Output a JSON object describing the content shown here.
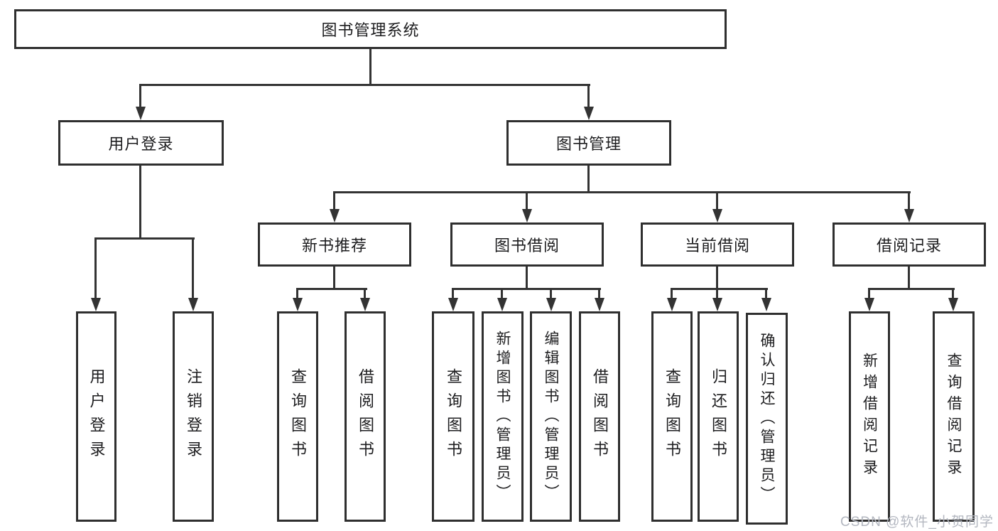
{
  "diagram": {
    "root": "图书管理系统",
    "branches": [
      {
        "label": "用户登录",
        "children": [
          "用户登录",
          "注销登录"
        ]
      },
      {
        "label": "图书管理",
        "children": [
          {
            "label": "新书推荐",
            "children": [
              "查询图书",
              "借阅图书"
            ]
          },
          {
            "label": "图书借阅",
            "children": [
              "查询图书",
              "新增图书（管理员）",
              "编辑图书（管理员）",
              "借阅图书"
            ]
          },
          {
            "label": "当前借阅",
            "children": [
              "查询图书",
              "归还图书",
              "确认归还（管理员）"
            ]
          },
          {
            "label": "借阅记录",
            "children": [
              "新增借阅记录",
              "查询借阅记录"
            ]
          }
        ]
      }
    ]
  },
  "colors": {
    "line": "#333333",
    "border": "#2f2f2f",
    "text": "#1d1d1f",
    "watermark": "#b3b7c0"
  },
  "watermark": "CSDN @软件_小贺同学"
}
